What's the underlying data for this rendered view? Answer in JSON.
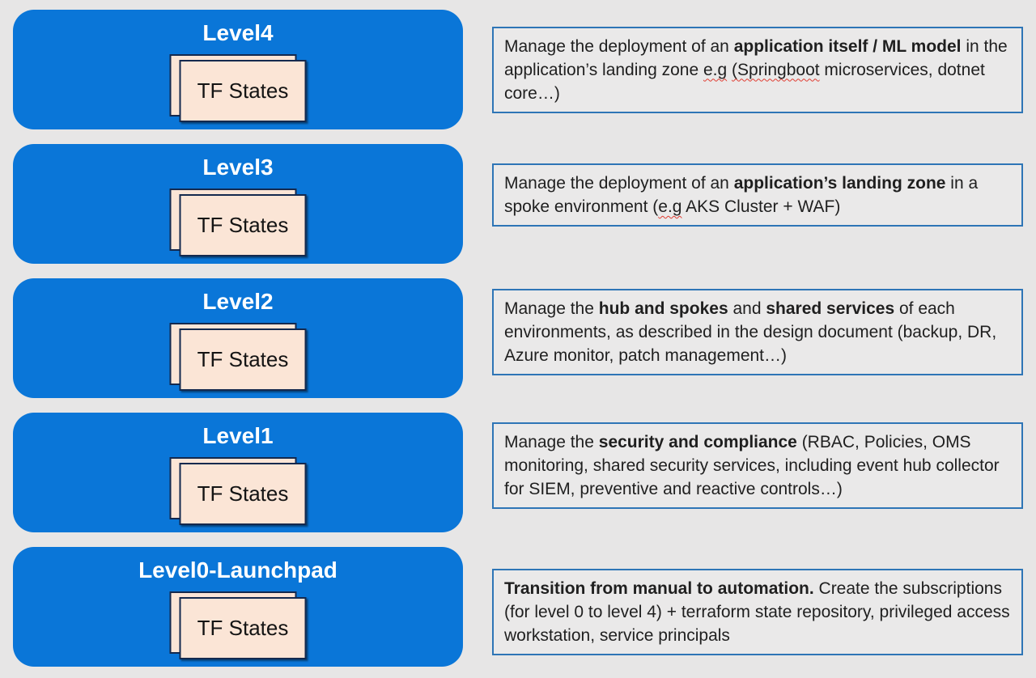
{
  "colors": {
    "page_bg": "#e7e6e6",
    "level_fill": "#0a76d8",
    "level_title_color": "#ffffff",
    "card_fill": "#fbe5d6",
    "card_border": "#14294e",
    "card_text": "#141414",
    "desc_border": "#2e75b6",
    "desc_fill": "#eae9e9",
    "desc_text": "#1f1f1f",
    "wavy_color": "#e03c31"
  },
  "levels": [
    {
      "title": "Level4",
      "card_label": "TF States",
      "description": [
        {
          "text": "Manage the deployment of an "
        },
        {
          "text": "application itself / ML model",
          "bold": true
        },
        {
          "text": " in the application’s landing zone "
        },
        {
          "text": "e.g",
          "wavy": true
        },
        {
          "text": " "
        },
        {
          "text": "(Springboot",
          "wavy": true
        },
        {
          "text": " microservices, dotnet core…)"
        }
      ]
    },
    {
      "title": "Level3",
      "card_label": "TF States",
      "description": [
        {
          "text": "Manage the deployment of an "
        },
        {
          "text": "application’s landing zone",
          "bold": true
        },
        {
          "text": " in a spoke environment ("
        },
        {
          "text": "e.g",
          "wavy": true
        },
        {
          "text": " AKS Cluster + WAF)"
        }
      ]
    },
    {
      "title": "Level2",
      "card_label": "TF States",
      "description": [
        {
          "text": "Manage the "
        },
        {
          "text": "hub and spokes",
          "bold": true
        },
        {
          "text": " and "
        },
        {
          "text": "shared services",
          "bold": true
        },
        {
          "text": " of each environments, as described in the design document (backup, DR, Azure monitor, patch management…)"
        }
      ]
    },
    {
      "title": "Level1",
      "card_label": "TF States",
      "description": [
        {
          "text": "Manage the "
        },
        {
          "text": "security and compliance",
          "bold": true
        },
        {
          "text": " (RBAC, Policies, OMS monitoring, shared security services, including event hub collector for SIEM, preventive and reactive controls…)"
        }
      ]
    },
    {
      "title": "Level0-Launchpad",
      "card_label": "TF States",
      "description": [
        {
          "text": "Transition from manual to automation.",
          "bold": true
        },
        {
          "text": " Create the subscriptions (for level 0 to level 4) + terraform state repository, privileged access workstation, service principals"
        }
      ]
    }
  ]
}
